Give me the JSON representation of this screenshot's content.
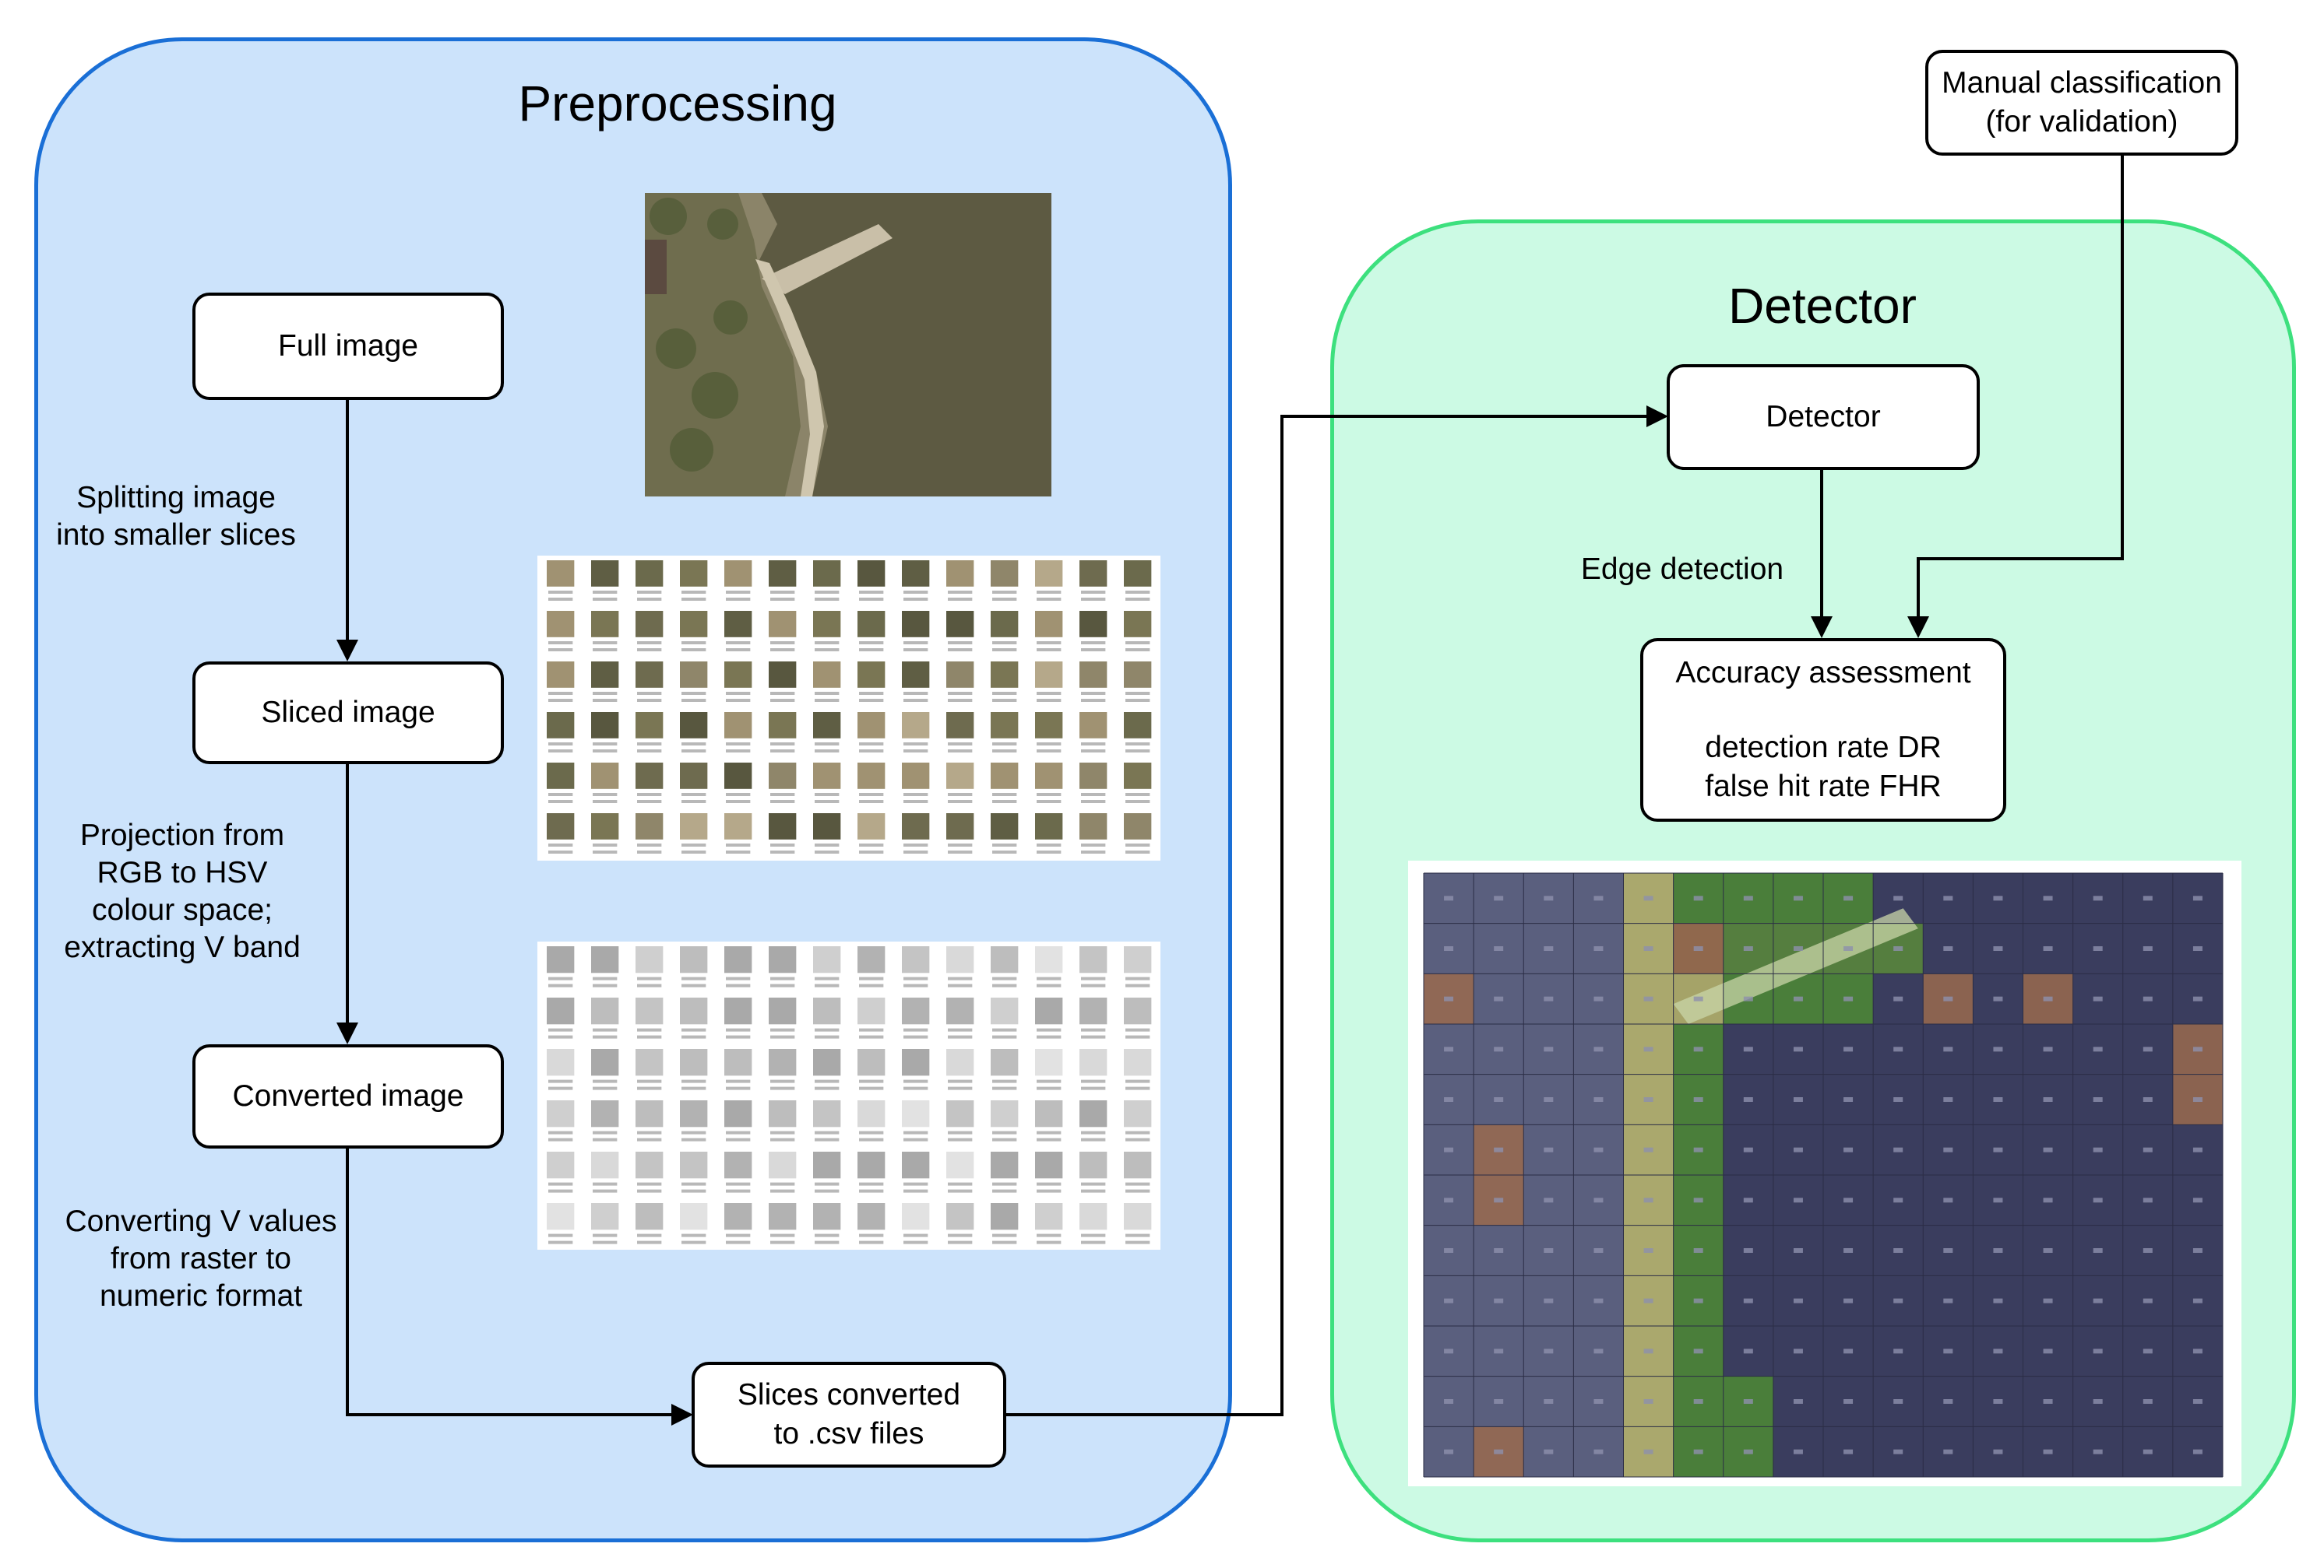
{
  "panels": {
    "preprocessing_title": "Preprocessing",
    "detector_title": "Detector"
  },
  "boxes": {
    "full_image": "Full image",
    "sliced_image": "Sliced image",
    "converted_image": "Converted image",
    "slices_csv_line1": "Slices converted",
    "slices_csv_line2": "to .csv files",
    "detector": "Detector",
    "manual_line1": "Manual classification",
    "manual_line2": "(for validation)",
    "accuracy_title": "Accuracy assessment",
    "accuracy_line1": "detection rate DR",
    "accuracy_line2": "false hit rate FHR"
  },
  "labels": {
    "splitting_line1": "Splitting image",
    "splitting_line2": "into smaller slices",
    "projection_line1": "Projection from",
    "projection_line2": "RGB to HSV",
    "projection_line3": "colour space;",
    "projection_line4": "extracting V band",
    "converting_line1": "Converting V values",
    "converting_line2": "from raster to",
    "converting_line3": "numeric format",
    "edge_detection": "Edge detection"
  },
  "colors": {
    "preprocessing_fill": "#cce3fb",
    "preprocessing_border": "#1a6fd6",
    "detector_fill": "#ccfae4",
    "detector_border": "#3de07e"
  }
}
